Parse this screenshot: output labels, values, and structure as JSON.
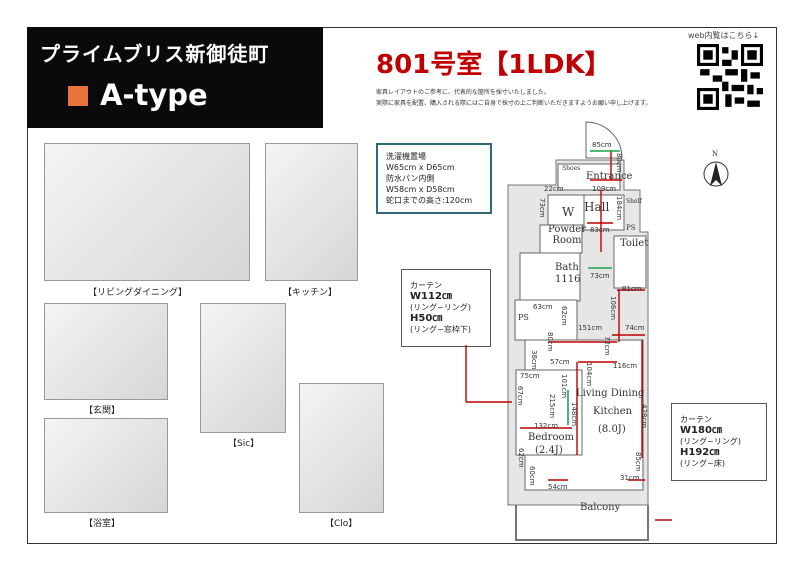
{
  "header": {
    "building_name": "プライムブリス新御徒町",
    "type_label": "A-type",
    "room_title": "801号室【1LDK】",
    "notes": [
      "家具レイアウトのご参考に、代表的な箇所を採寸いたしました。",
      "実際に家具を配置、購入される際にはご自身で採寸の上ご判断いただきますようお願い申し上げます。"
    ],
    "web_link": "web内覧はこちら↓"
  },
  "photos": [
    {
      "caption": "【リビングダイニング】"
    },
    {
      "caption": "【キッチン】"
    },
    {
      "caption": "【玄関】"
    },
    {
      "caption": "【Sic】"
    },
    {
      "caption": "【浴室】"
    },
    {
      "caption": "【Clo】"
    }
  ],
  "laundry_box": {
    "lines": [
      "洗濯機置場",
      "W65cm x D65cm",
      "防水パン内側",
      "W58cm x D58cm",
      "蛇口までの高さ:120cm"
    ]
  },
  "curtain_box_1": {
    "lines": [
      "カーテン",
      "W112㎝",
      "(リング~リング)",
      "H50㎝",
      "(リング~窓枠下)"
    ]
  },
  "curtain_box_2": {
    "lines": [
      "カーテン",
      "W180㎝",
      "(リング~リング)",
      "H192㎝",
      "(リング~床)"
    ]
  },
  "floorplan": {
    "rooms": [
      "Entrance",
      "W",
      "Hall",
      "Powder Room",
      "Toilet",
      "Bath 1116",
      "PS",
      "PS",
      "Living Dining",
      "Kitchen",
      "(8.0J)",
      "Bedroom",
      "(2.4J)",
      "Balcony",
      "Shelf",
      "Shoes",
      "N"
    ],
    "dims": [
      "85cm",
      "80cm",
      "109cm",
      "22cm",
      "73cm",
      "184cm",
      "83cm",
      "73cm",
      "81cm",
      "106cm",
      "63cm",
      "62cm",
      "151cm",
      "74cm",
      "80cm",
      "72cm",
      "38cm",
      "57cm",
      "116cm",
      "75cm",
      "104cm",
      "67cm",
      "101cm",
      "215cm",
      "148cm",
      "428cm",
      "132cm",
      "62cm",
      "60cm",
      "54cm",
      "31cm",
      "85cm"
    ]
  },
  "colors": {
    "accent": "#c00000",
    "orange": "#e8743b",
    "measure_red": "#c00000",
    "measure_green": "#1aa34a"
  }
}
